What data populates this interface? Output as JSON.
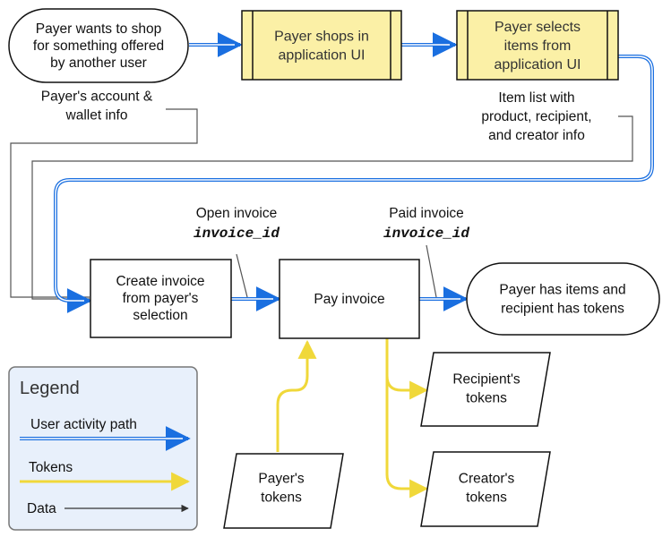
{
  "nodes": {
    "start": "Payer wants to shop|for something offered|by another user",
    "shops": "Payer shops in|application UI",
    "selects": "Payer selects|items from|application UI",
    "create": "Create invoice|from payer's|selection",
    "pay": "Pay invoice",
    "end": "Payer has items and|recipient has tokens",
    "payer_tokens": "Payer's|tokens",
    "recipient_tokens": "Recipient's|tokens",
    "creator_tokens": "Creator's|tokens"
  },
  "labels": {
    "account": "Payer's account &|wallet info",
    "item_list": "Item list with|product, recipient,|and creator info",
    "open_invoice": "Open invoice",
    "open_invoice_id": "invoice_id",
    "paid_invoice": "Paid invoice",
    "paid_invoice_id": "invoice_id"
  },
  "legend": {
    "title": "Legend",
    "user_path": "User activity path",
    "tokens": "Tokens",
    "data": "Data"
  },
  "colors": {
    "user_path": "#1a6fe0",
    "tokens": "#f0d83a",
    "data": "#333333",
    "process_fill": "#fbf0a6",
    "legend_fill": "#e8f0fb"
  }
}
